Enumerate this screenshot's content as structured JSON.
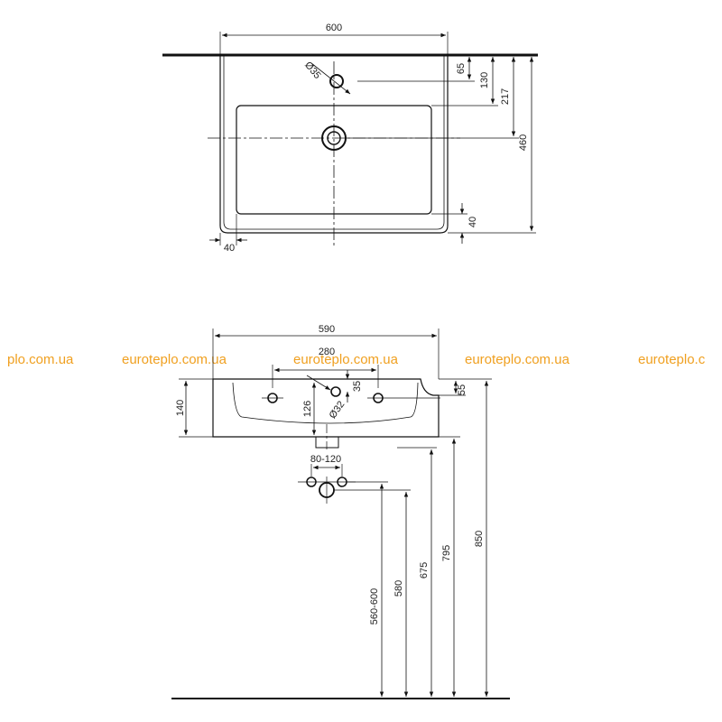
{
  "top_view": {
    "labels": {
      "width": "600",
      "tap_hole": "Ø35",
      "d65": "65",
      "d130": "130",
      "d217": "217",
      "d460": "460",
      "d40_right": "40",
      "d40_left": "40"
    }
  },
  "front_view": {
    "labels": {
      "width": "590",
      "d280": "280",
      "d140": "140",
      "d126": "126",
      "d35": "35",
      "d55": "55",
      "d32": "Ø32",
      "d80_120": "80-120",
      "d560_600": "560-600",
      "d580": "580",
      "d675": "675",
      "d795": "795",
      "d850": "850"
    }
  },
  "watermarks": [
    "plo.com.ua",
    "euroteplo.com.ua",
    "euroteplo.com.ua",
    "euroteplo.com.ua",
    "euroteplo.c"
  ]
}
